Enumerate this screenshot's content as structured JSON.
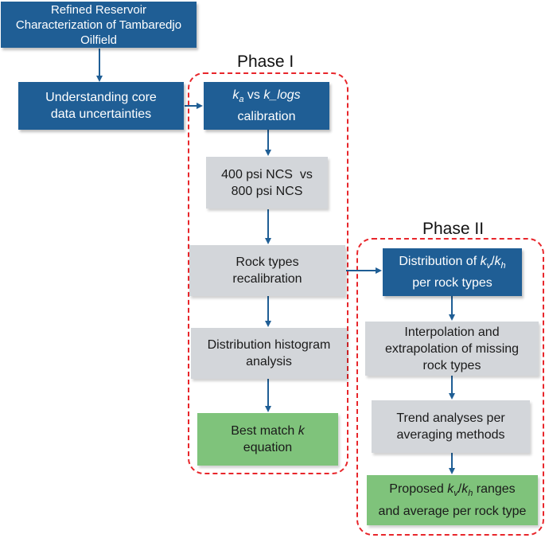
{
  "phases": {
    "phase1": {
      "label": "Phase I"
    },
    "phase2": {
      "label": "Phase II"
    }
  },
  "boxes": {
    "title": {
      "line1": "Refined Reservoir",
      "line2": "Characterization of Tambaredjo",
      "line3": "Oilfield"
    },
    "core_uncertainties": {
      "line1": "Understanding core",
      "line2": "data uncertainties"
    },
    "calibration": {
      "ka_var": "k",
      "ka_sub": "a",
      "vs_text": " vs ",
      "klogs_var": "k_logs",
      "line2": "calibration"
    },
    "ncs": {
      "line1": "400 psi NCS  vs",
      "line2": "800 psi NCS"
    },
    "rock_recal": {
      "line1": "Rock types",
      "line2": "recalibration"
    },
    "histogram": {
      "line1": "Distribution histogram",
      "line2": "analysis"
    },
    "best_match": {
      "prefix": "Best match ",
      "k_var": "k",
      "line2": "equation"
    },
    "kvkh_dist": {
      "prefix": "Distribution of ",
      "kv_var": "k",
      "kv_sub": "v",
      "slash": "/",
      "kh_var": "k",
      "kh_sub": "h",
      "line2": "per rock types"
    },
    "interpolation": {
      "line1": "Interpolation and",
      "line2": "extrapolation of missing",
      "line3": "rock types"
    },
    "trend": {
      "line1": "Trend analyses per",
      "line2": "averaging methods"
    },
    "proposed": {
      "prefix": "Proposed ",
      "kv_var": "k",
      "kv_sub": "v",
      "slash": "/",
      "kh_var": "k",
      "kh_sub": "h",
      "suffix": " ranges",
      "line2": "and average per rock type"
    }
  },
  "colors": {
    "blue_box": "#1f5e95",
    "gray_box": "#d3d6da",
    "green_box": "#7fc37b",
    "arrow": "#1f5e95",
    "phase_border": "#e8262b"
  }
}
